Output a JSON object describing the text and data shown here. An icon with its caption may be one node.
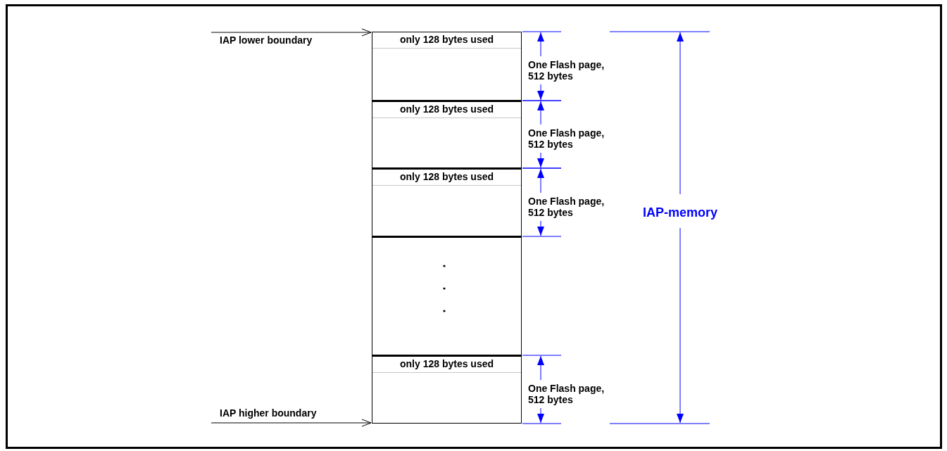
{
  "diagram": {
    "nodes": [
      {
        "text": [],
        "shape": "box"
      },
      {
        "text": [
          "only 128 bytes used"
        ],
        "in": 0
      },
      {
        "text": [
          "only 128 bytes used"
        ],
        "in": 0
      },
      {
        "text": [
          "only 128 bytes used"
        ],
        "in": 0
      },
      {
        "text": [],
        "shape": "box",
        "in": 0
      },
      {
        "text": [
          "only 128 bytes used"
        ],
        "in": 0
      },
      {
        "text": [
          "IAP lower boundary"
        ]
      },
      {
        "text": [
          "IAP higher boundary"
        ]
      }
    ],
    "edges": [
      {
        "from": 6,
        "to": 0,
        "arrow": "to"
      },
      {
        "from": 7,
        "to": 0,
        "arrow": "to"
      }
    ],
    "labels": [
      "One Flash page, 512 bytes",
      "One Flash page, 512 bytes",
      "One Flash page, 512 bytes",
      "IAP-memory",
      "One Flash page, 512 bytes"
    ]
  }
}
